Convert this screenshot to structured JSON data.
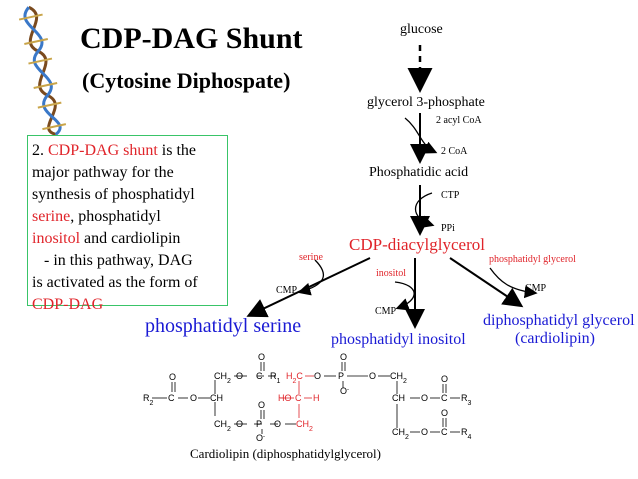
{
  "title": "CDP-DAG Shunt",
  "subtitle": "(Cytosine Diphospate)",
  "note": {
    "line1_pre": "2. ",
    "line1_red": "CDP-DAG shunt",
    "line1_post": " is the",
    "line2": "major pathway for the",
    "line3": "synthesis of phosphatidyl",
    "line4_red": "serine",
    "line4_post": ", phosphatidyl",
    "line5_red": "inositol",
    "line5_post": " and cardiolipin",
    "line6": "   - in this pathway, DAG",
    "line7": "is activated as the form of",
    "line8_red": "CDP-DAG"
  },
  "pathway": {
    "glucose": "glucose",
    "glycerol3p": "glycerol 3-phosphate",
    "acylcoa": "2 acyl CoA",
    "coa": "2 CoA",
    "pa": "Phosphatidic acid",
    "ctp": "CTP",
    "ppi": "PPi",
    "cdp_dag": "CDP-diacylglycerol",
    "serine": "serine",
    "inositol": "inositol",
    "phosphatidyl_glycerol": "phosphatidyl glycerol",
    "cmp": "CMP",
    "ps": "phosphatidyl serine",
    "pi": "phosphatidyl inositol",
    "dpg": "diphosphatidyl glycerol",
    "cardiolipin": "(cardiolipin)"
  },
  "structure": {
    "labels": [
      "O",
      "O",
      "CH2",
      "O",
      "C",
      "R1",
      "R2",
      "C",
      "O",
      "CH",
      "CH2",
      "O",
      "P",
      "O",
      "O",
      "O",
      "O",
      "H2C",
      "O",
      "P",
      "O",
      "O",
      "CH2",
      "HO",
      "C",
      "H",
      "CH2",
      "CH",
      "O",
      "C",
      "R3",
      "O",
      "CH2",
      "O",
      "C",
      "R4",
      "O",
      "O",
      "O"
    ],
    "caption": "Cardiolipin (diphosphatidylglycerol)"
  },
  "colors": {
    "red": "#e0242a",
    "blue": "#1a1ad4",
    "box_border": "#39c468"
  }
}
